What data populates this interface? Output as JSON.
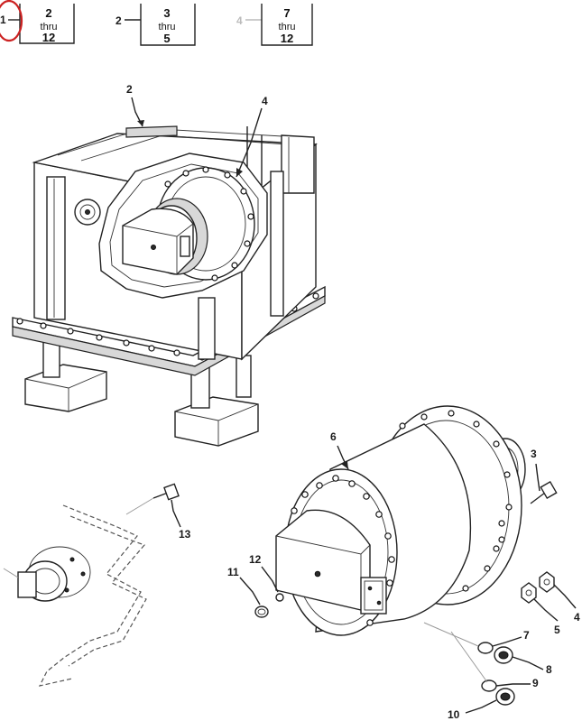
{
  "index_boxes": [
    {
      "ref": "1",
      "num_top": "2",
      "thru": "thru",
      "num_bottom": "12"
    },
    {
      "ref": "2",
      "num_top": "3",
      "thru": "thru",
      "num_bottom": "5"
    },
    {
      "ref": "4",
      "num_top": "7",
      "thru": "thru",
      "num_bottom": "12"
    }
  ],
  "callouts": {
    "c2": "2",
    "c4": "4",
    "c6": "6",
    "c3": "3",
    "c13": "13",
    "c11": "11",
    "c12": "12",
    "c5": "5",
    "c7": "7",
    "c8": "8",
    "c9": "9",
    "c10": "10"
  },
  "colors": {
    "line": "#222222",
    "highlight_circle": "#cc2222"
  }
}
